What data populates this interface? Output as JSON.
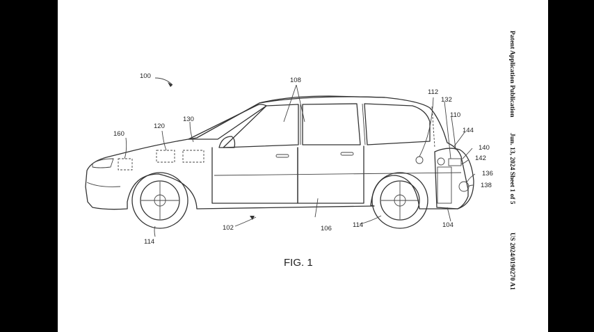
{
  "header": {
    "publication_type": "Patent Application Publication",
    "date_sheet": "Jun. 13, 2024  Sheet 1 of 5",
    "publication_number": "US 2024/0190270 A1"
  },
  "figure": {
    "caption": "FIG. 1"
  },
  "reference_numerals": {
    "r100": "100",
    "r102": "102",
    "r104": "104",
    "r106": "106",
    "r108": "108",
    "r110": "110",
    "r112": "112",
    "r114a": "114",
    "r114b": "114",
    "r120": "120",
    "r130": "130",
    "r132": "132",
    "r136": "136",
    "r138": "138",
    "r140": "140",
    "r142": "142",
    "r144": "144",
    "r160": "160"
  }
}
